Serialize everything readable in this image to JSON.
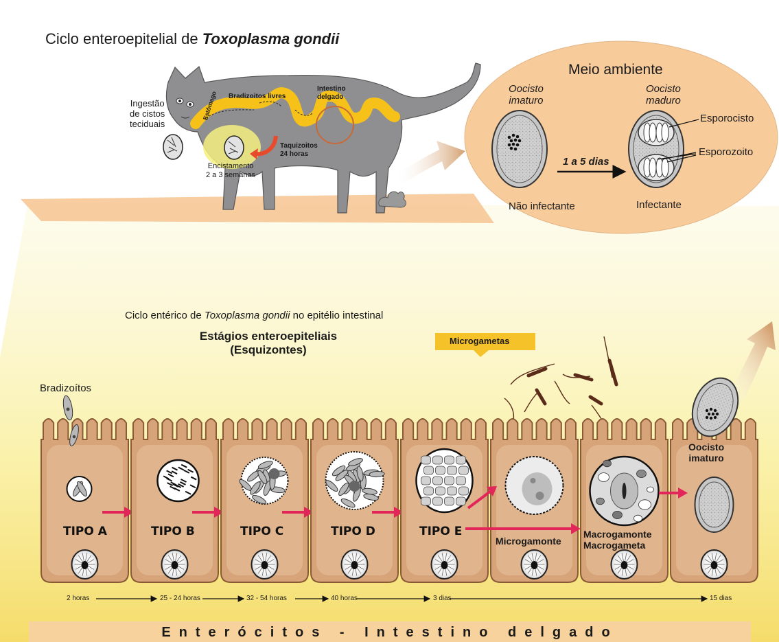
{
  "title": {
    "prefix": "Ciclo enteroepitelial de ",
    "species": "Toxoplasma gondii"
  },
  "cat": {
    "ingestion_label": [
      "Ingestão",
      "de cistos",
      "teciduais"
    ],
    "bradizoitos_livres": "Bradizoitos livres",
    "estomago": "Estômago",
    "intestino": [
      "Intestino",
      "delgado"
    ],
    "taquizoitos": [
      "Taquizoitos",
      "24 horas"
    ],
    "encistamento": [
      "Encistamento",
      "2 a 3 semanas"
    ]
  },
  "environment": {
    "title": "Meio ambiente",
    "immature": [
      "Oocisto",
      "imaturo"
    ],
    "mature": [
      "Oocisto",
      "maduro"
    ],
    "days": "1 a 5 dias",
    "non_infectious": "Não infectante",
    "infectious": "Infectante",
    "sporocyst": "Esporocisto",
    "sporozoite": "Esporozoito"
  },
  "enteric": {
    "subtitle_prefix": "Ciclo entérico de ",
    "subtitle_species": "Toxoplasma gondii",
    "subtitle_suffix": " no epitélio intestinal",
    "stages_title": [
      "Estágios enteroepiteliais",
      "(Esquizontes)"
    ],
    "bradyzoites": "Bradizoítos",
    "microgametes": "Microgametas"
  },
  "cells": [
    {
      "label": "TIPO A"
    },
    {
      "label": "TIPO B"
    },
    {
      "label": "TIPO C"
    },
    {
      "label": "TIPO D"
    },
    {
      "label": "TIPO E"
    },
    {
      "label": "Microgamonte"
    },
    {
      "label": "Macrogamonte"
    },
    {
      "label": ""
    }
  ],
  "macrogameta_label": "Macrogameta",
  "final_oocyst": [
    "Oocisto",
    "imaturo"
  ],
  "timeline": [
    "2 horas",
    "25 - 24 horas",
    "32 - 54 horas",
    "40 horas",
    "3 dias",
    "15 dias"
  ],
  "banner": "Enterócitos - Intestino delgado",
  "colors": {
    "cell_fill": "#d7a47a",
    "cell_edge": "#8a5a36",
    "bg_cream": "#f7d29c",
    "env_bubble": "#f8cb9b",
    "cat_gray": "#8f8f91",
    "intestine_yellow": "#f6c21a",
    "arrow_red": "#e3265a",
    "oocyst_fill": "#c7c7c7",
    "micro_tag": "#f6c229"
  },
  "icons": [
    "cat-illustration",
    "feces-icon",
    "tissue-cyst-icon",
    "oocyst-icon",
    "merozoite-icon",
    "nucleus-icon",
    "flagellated-microgamete-icon",
    "arrow-right-icon"
  ]
}
